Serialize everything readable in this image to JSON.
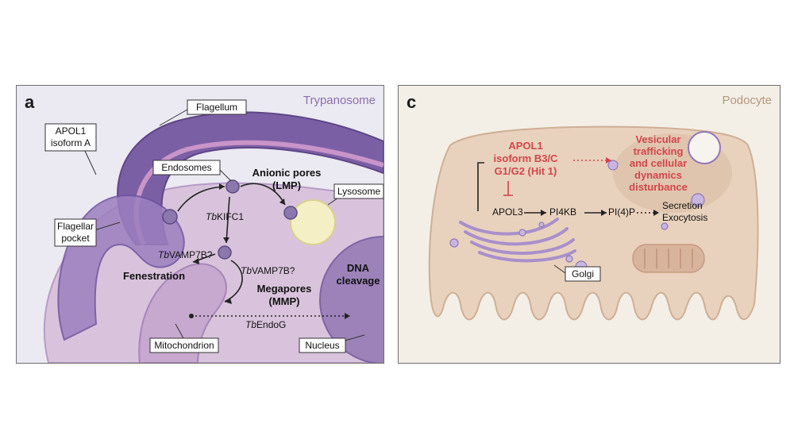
{
  "panel_a": {
    "letter": "a",
    "title": "Trypanosome",
    "labels": {
      "flagellum": "Flagellum",
      "apol1_line1": "APOL1",
      "apol1_line2": "isoform A",
      "endosomes": "Endosomes",
      "anionic_line1": "Anionic pores",
      "anionic_line2": "(LMP)",
      "lysosome": "Lysosome",
      "flagellar_line1": "Flagellar",
      "flagellar_line2": "pocket",
      "kifc1_prefix": "Tb",
      "kifc1": "KIFC1",
      "vamp_left_prefix": "Tb",
      "vamp_left": "VAMP7B?",
      "vamp_right_prefix": "Tb",
      "vamp_right": "VAMP7B?",
      "fenestration": "Fenestration",
      "megapores_line1": "Megapores",
      "megapores_line2": "(MMP)",
      "dna_line1": "DNA",
      "dna_line2": "cleavage",
      "endog_prefix": "Tb",
      "endog": "EndoG",
      "mitochondrion": "Mitochondrion",
      "nucleus": "Nucleus"
    }
  },
  "panel_c": {
    "letter": "c",
    "title": "Podocyte",
    "labels": {
      "apol1_line1": "APOL1",
      "apol1_line2": "isoform B3/C",
      "apol1_line3": "G1/G2 (Hit 1)",
      "vesicular_line1": "Vesicular",
      "vesicular_line2": "trafficking",
      "vesicular_line3": "and cellular",
      "vesicular_line4": "dynamics",
      "vesicular_line5": "disturbance",
      "apol3": "APOL3",
      "pi4kb": "PI4KB",
      "pi4p": "PI(4)P",
      "secretion": "Secretion",
      "exocytosis": "Exocytosis",
      "golgi": "Golgi"
    }
  },
  "colors": {
    "purple_title": "#8a6fb0",
    "tan_title": "#b8957f",
    "red_text": "#d1454b",
    "membrane_dark": "#7b5fa5",
    "membrane_mid": "#b48fc9",
    "cell_tan": "#e9d2bd"
  }
}
